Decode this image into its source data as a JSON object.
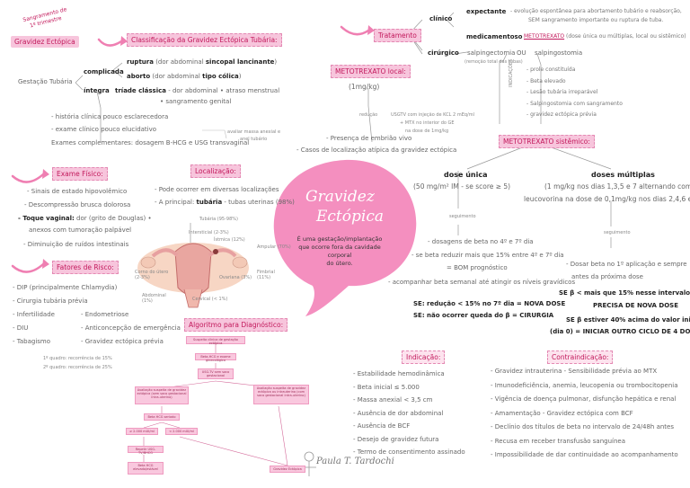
{
  "corner_note": [
    "Sangramento de",
    "1º trimestre"
  ],
  "tag_gravidez": "Gravidez Ectópica",
  "center": {
    "title_1": "Gravidez",
    "title_2": "Ectópica",
    "def_1": "É uma gestação/implantação",
    "def_2": "que ocorre fora da cavidade corporal",
    "def_3": "do útero."
  },
  "classificacao": {
    "header": "Classificação da Gravidez Ectópica Tubária:",
    "gestacao": "Gestação Tubária",
    "complicada": "complicada",
    "integra": "íntegra",
    "ruptura_b": "ruptura",
    "ruptura_t": "(dor abdominal",
    "ruptura_b2": "sincopal lancinante",
    "ruptura_t2": ")",
    "aborto_b": "aborto",
    "aborto_t": "(dor abdominal",
    "aborto_b2": "tipo cólica",
    "aborto_t2": ")",
    "triade_b": "tríade clássica",
    "triade_t": "- dor abdominal • atraso menstrual",
    "triade_t2": "• sangramento genital",
    "l1": "- história clínica pouco esclarecedora",
    "l2": "- exame clínico pouco elucidativo",
    "l3": "Exames complementares: dosagem B-HCG e USG transvaginal",
    "note_1": "avaliar massa anexial e",
    "note_2": "anel tubário"
  },
  "exame": {
    "header": "Exame Físico:",
    "items": [
      "- Sinais de estado hipovolêmico",
      "- Descompressão brusca dolorosa"
    ],
    "toque_b": "- Toque vaginal:",
    "toque_t": "dor (grito de Douglas) •",
    "toque_2": "anexos com tumoração palpável",
    "last": "- Diminuição de ruídos intestinais"
  },
  "risco": {
    "header": "Fatores de Risco:",
    "l1": "- DIP (principalmente Chlamydia)",
    "l2": "- Cirurgia tubária prévia",
    "l3a": "- Infertilidade",
    "l3b": "- Endometriose",
    "l4a": "- DIU",
    "l4b": "- Anticoncepção de emergência",
    "l5a": "- Tabagismo",
    "l5b": "- Gravidez ectópica prévia",
    "rec_1": "1º quadro: recorrência de 15%",
    "rec_2": "2º quadro: recorrência de 25%"
  },
  "localizacao": {
    "header": "Localização:",
    "l1": "- Pode ocorrer em diversas localizações",
    "l2a": "- A principal:",
    "l2b": "tubária",
    "l2c": "- tubas uterinas (98%)"
  },
  "anatomy": {
    "tubaria": "Tubária (95-98%)",
    "intersticial": "Intersticial (2-3%)",
    "istmica": "Ístmica (12%)",
    "ampolar": "Ampular (70%)",
    "corno": "Corno do útero (2-3%)",
    "ovariana": "Ovariana (3%)",
    "fimbrial": "Fimbrial (11%)",
    "abdominal": "Abdominal (1%)",
    "cervical": "Cervical (< 1%)"
  },
  "algoritmo": {
    "header": "Algoritmo para Diagnóstico:",
    "boxes": [
      "Suspeita clínica de gestação ectópica",
      "Beta-HCG e exame ginecológico",
      "USG-TV sem saco gestacional",
      "Avaliação suspeita de gravidez ectópica (sem saco gestacional intra-uterino)",
      "Avaliação suspeita de gravidez ectópica ou intrauterina (com saco gestacional intra-uterino)",
      "Beta HCG seriado",
      "≥ 2.000 mUI/ml",
      "< 2.000 mUI/ml",
      "Repetir USG-TV/BHCG",
      "Beta HCG elevado/estável",
      "Gravidez Ectópica"
    ]
  },
  "tratamento": {
    "header": "Tratamento",
    "clinico": "clínico",
    "cirurgico": "cirúrgico",
    "expectante": "expectante",
    "medicamentoso": "medicamentoso",
    "exp_1": "- evolução espontânea para abortamento tubário e reabsorção,",
    "exp_2": "SEM sangramento importante ou ruptura de tuba.",
    "mtx_lbl": "METOTREXATO",
    "mtx_rest": "(dose única ou múltiplas, local ou sistêmico)",
    "salp1": "salpingectomia",
    "ou": "OU",
    "salp2": "salpingostomia",
    "salp_note": "(remoção total das tubas)",
    "salp_items": [
      "- prole constituída",
      "- Beta elevado",
      "- Lesão tubária irreparável",
      "- Salpingostomia com sangramento",
      "- gravidez ectópica prévia"
    ],
    "salp_side": "INDICAÇÕES"
  },
  "mtx_local": {
    "header": "METOTREXATO local:",
    "dose": "(1mg/kg)",
    "via": "redução",
    "usg_1": "USGTV com injeção de KCL 2 mEq/ml",
    "usg_2": "+ MTX no interior do GE",
    "usg_3": "na dose de 1mg/kg",
    "l1": "- Presença de embrião vivo",
    "l2": "- Casos de localização atípica da gravidez ectópica"
  },
  "mtx_sist": {
    "header": "METOTREXATO sistêmico:",
    "unica_t": "dose única",
    "unica_1": "(50 mg/m² IM - se score ≥ 5)",
    "seguimento": "seguimento",
    "u1": "- dosagens de beta no 4º e 7º dia",
    "u2": "- se beta reduzir mais que 15% entre 4º e 7º dia",
    "u3": "= BOM prognóstico",
    "u4": "- acompanhar beta semanal até atingir os níveis gravídicos",
    "u5": "SE: redução < 15% no 7º dia = NOVA DOSE",
    "u6": "SE: não ocorrer queda do β = CIRURGIA",
    "mult_t": "doses múltiplas",
    "mult_1": "(1 mg/kg nos dias 1,3,5 e 7 alternando com",
    "mult_2": "leucovorina na dose de 0,1mg/kg nos dias  2,4,6 e 8) - IM",
    "m1": "- Dosar beta no 1º aplicação e sempre",
    "m2": "antes da próxima dose",
    "m3": "SE β < mais que 15% nesse intervalo = NÃO",
    "m4": "PRECISA DE NOVA DOSE",
    "m5": "SE β estiver 40% acima do valor inicial",
    "m6": "(dia 0) = INICIAR OUTRO CICLO DE 4 DOSES"
  },
  "indicacao": {
    "header": "Indicação:",
    "items": [
      "- Estabilidade hemodinâmica",
      "- Beta inicial  ≤ 5.000",
      "- Massa anexial < 3,5 cm",
      "- Ausência de dor abdominal",
      "- Ausência de BCF",
      "- Desejo de gravidez futura",
      "- Termo de consentimento assinado"
    ]
  },
  "contra": {
    "header": "Contraindicação:",
    "items": [
      "- Gravidez intrauterina   - Sensibilidade prévia ao MTX",
      "- Imunodeficiência, anemia, leucopenia ou trombocitopenia",
      "- Vigência de doença pulmonar, disfunção hepática e renal",
      "- Amamentação        - Gravidez ectópica com BCF",
      "- Declínio dos títulos de beta no intervalo de 24/48h antes",
      "- Recusa em receber transfusão sanguínea",
      "- Impossibilidade de dar continuidade ao acompanhamento"
    ]
  },
  "signature": "Paula T. Tardochi"
}
